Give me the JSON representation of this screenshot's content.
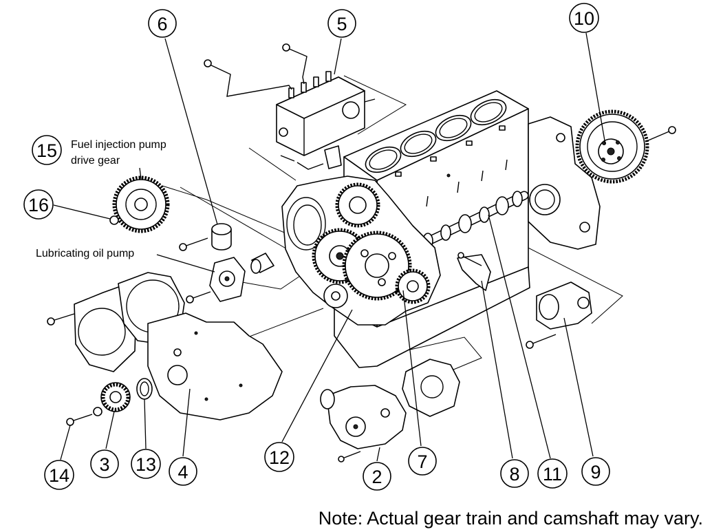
{
  "diagram": {
    "callouts": {
      "2": "2",
      "3": "3",
      "4": "4",
      "5": "5",
      "6": "6",
      "7": "7",
      "8": "8",
      "9": "9",
      "10": "10",
      "11": "11",
      "12": "12",
      "13": "13",
      "14": "14",
      "15": "15",
      "16": "16"
    },
    "labels": {
      "drive_gear_line1": "Fuel injection pump",
      "drive_gear_line2": "drive gear",
      "lubricating_oil_pump": "Lubricating oil pump"
    },
    "note": "Note: Actual gear train and camshaft may vary."
  },
  "colors": {
    "line": "#000000",
    "background": "#ffffff"
  }
}
